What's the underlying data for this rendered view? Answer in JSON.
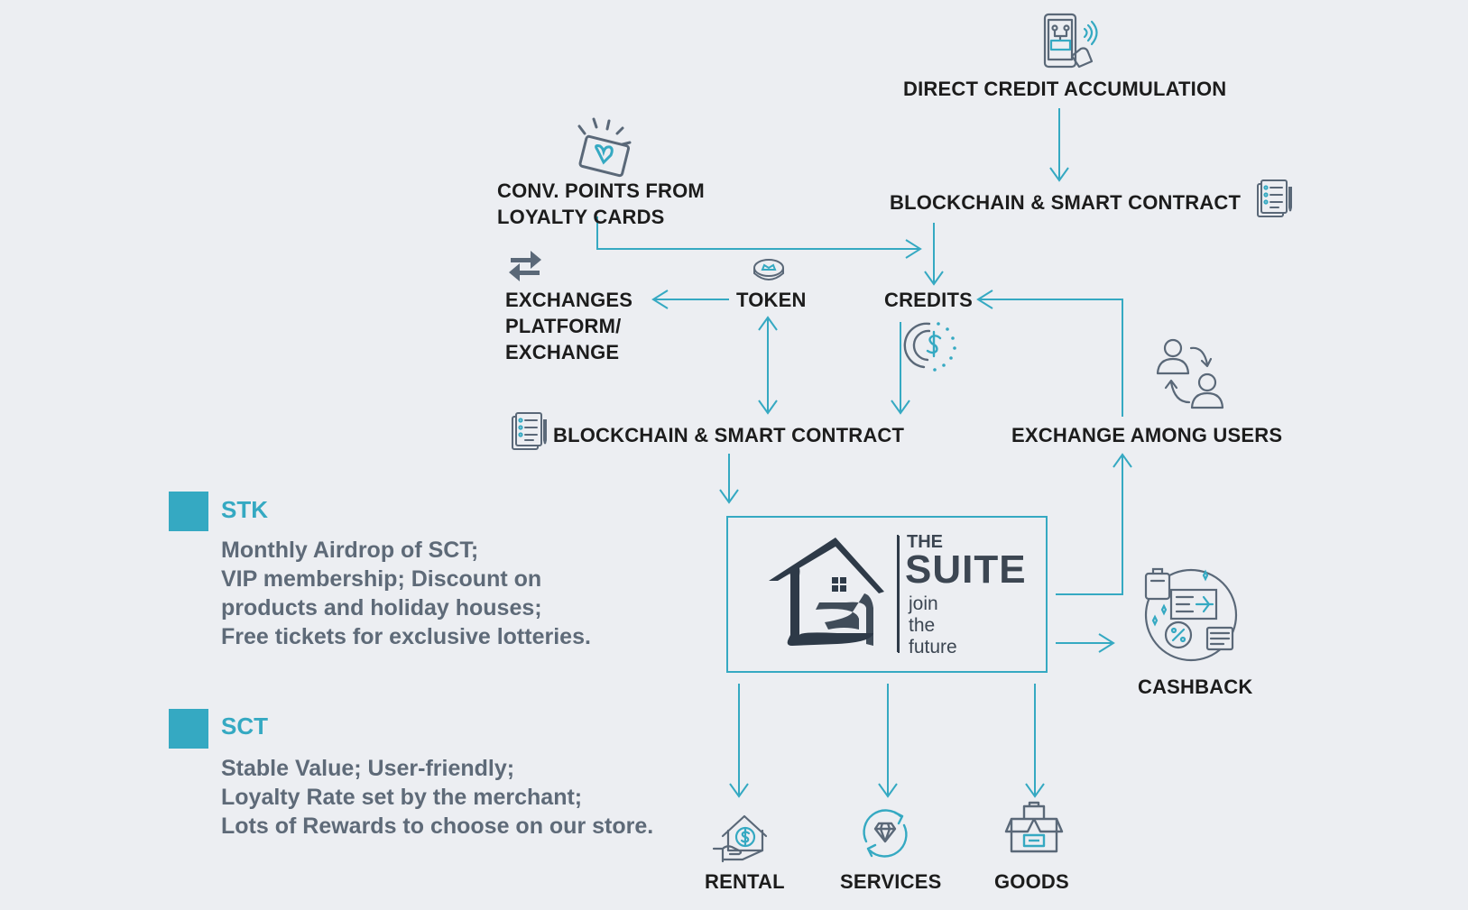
{
  "nodes": {
    "direct_credit": "DIRECT CREDIT ACCUMULATION",
    "blockchain_top": "BLOCKCHAIN & SMART CONTRACT",
    "conv_points": [
      "CONV. POINTS FROM",
      "LOYALTY CARDS"
    ],
    "exchanges": [
      "EXCHANGES",
      "PLATFORM/",
      "EXCHANGE"
    ],
    "token": "TOKEN",
    "credits": "CREDITS",
    "blockchain_mid": "BLOCKCHAIN & SMART CONTRACT",
    "exchange_users": "EXCHANGE AMONG USERS",
    "cashback": "CASHBACK",
    "rental": "RENTAL",
    "services": "SERVICES",
    "goods": "GOODS"
  },
  "logo": {
    "the": "THE",
    "suite": "SUITE",
    "tagline": [
      "join",
      "the",
      "future"
    ]
  },
  "legend": [
    {
      "title": "STK",
      "lines": [
        "Monthly Airdrop of SCT;",
        "VIP membership; Discount on",
        "products and holiday houses;",
        "Free tickets for exclusive lotteries."
      ]
    },
    {
      "title": "SCT",
      "lines": [
        "Stable Value; User-friendly;",
        "Loyalty Rate set by the merchant;",
        "Lots of Rewards to choose on our store."
      ]
    }
  ],
  "icons": [
    "phone-payment-icon",
    "loyalty-card-icon",
    "contract-icon",
    "swap-arrows-icon",
    "coin-icon",
    "dollar-circle-icon",
    "users-exchange-icon",
    "house-logo-icon",
    "travel-cashback-icon",
    "house-dollar-icon",
    "diamond-cycle-icon",
    "box-shop-icon"
  ],
  "colors": {
    "accent": "#35a9c2",
    "text": "#1c1c1c",
    "legend_text": "#5e6a78",
    "background": "#eceef2",
    "icon": "#5a6878"
  }
}
